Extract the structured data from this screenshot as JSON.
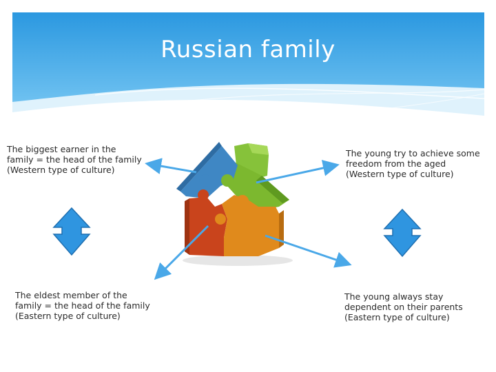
{
  "title": "Russian family",
  "labels": {
    "top_left": "The biggest earner in the\nfamily = the head of the family\n(Western type of culture)",
    "top_right": "The young try to achieve some\nfreedom from the aged\n(Western type of culture)",
    "bottom_left": "The eldest member of the\nfamily = the head of the family\n(Eastern type of culture)",
    "bottom_right": "The young always stay\ndependent on their parents\n(Eastern type of culture)"
  },
  "colors": {
    "banner_top": "#3ea6e6",
    "banner_bottom": "#8fd0f5",
    "arrow": "#4aa8e8",
    "puzzle_blue": "#3f87c4",
    "puzzle_green": "#7cb82f",
    "puzzle_red": "#c9441c",
    "puzzle_orange": "#e08a1c"
  },
  "icons": [
    "double-arrow-icon",
    "puzzle-house-icon"
  ]
}
